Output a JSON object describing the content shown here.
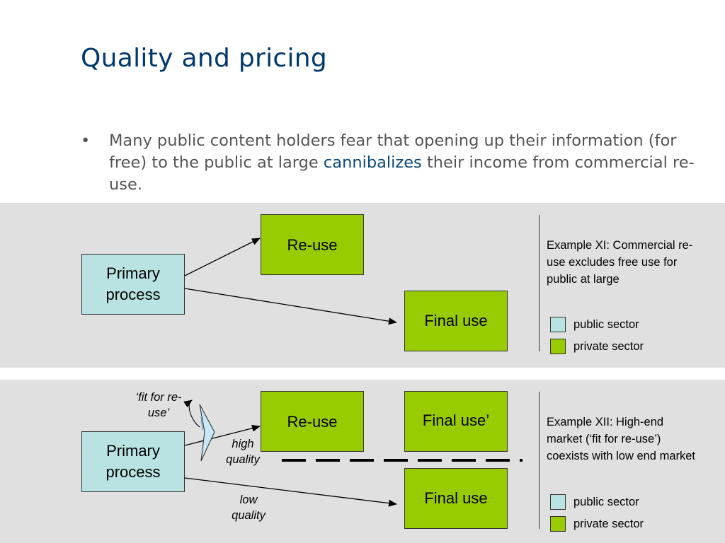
{
  "slide": {
    "title": "Quality and pricing",
    "bullet": {
      "marker": "•",
      "text_before": "Many public content holders fear that opening up their information (for free) to the public at large ",
      "highlight": "cannibalizes",
      "text_after": " their income from commercial re-use."
    }
  },
  "diagram_top": {
    "primary": "Primary process",
    "reuse": "Re-use",
    "final": "Final use",
    "example": "Example XI: Commercial re-use excludes free use for public at large",
    "legend": {
      "public": "public sector",
      "private": "private sector"
    }
  },
  "diagram_bottom": {
    "fit_label": "‘fit for re-use’",
    "primary": "Primary process",
    "reuse": "Re-use",
    "final_prime": "Final use’",
    "final": "Final use",
    "high": "high quality",
    "low": "low quality",
    "example": "Example XII: High-end market (‘fit for re-use’) coexists with low end market",
    "legend": {
      "public": "public sector",
      "private": "private sector"
    }
  },
  "colors": {
    "title": "#003a6c",
    "public": "#b9e3e3",
    "private": "#99cc00",
    "panel": "#e0e0e0"
  }
}
